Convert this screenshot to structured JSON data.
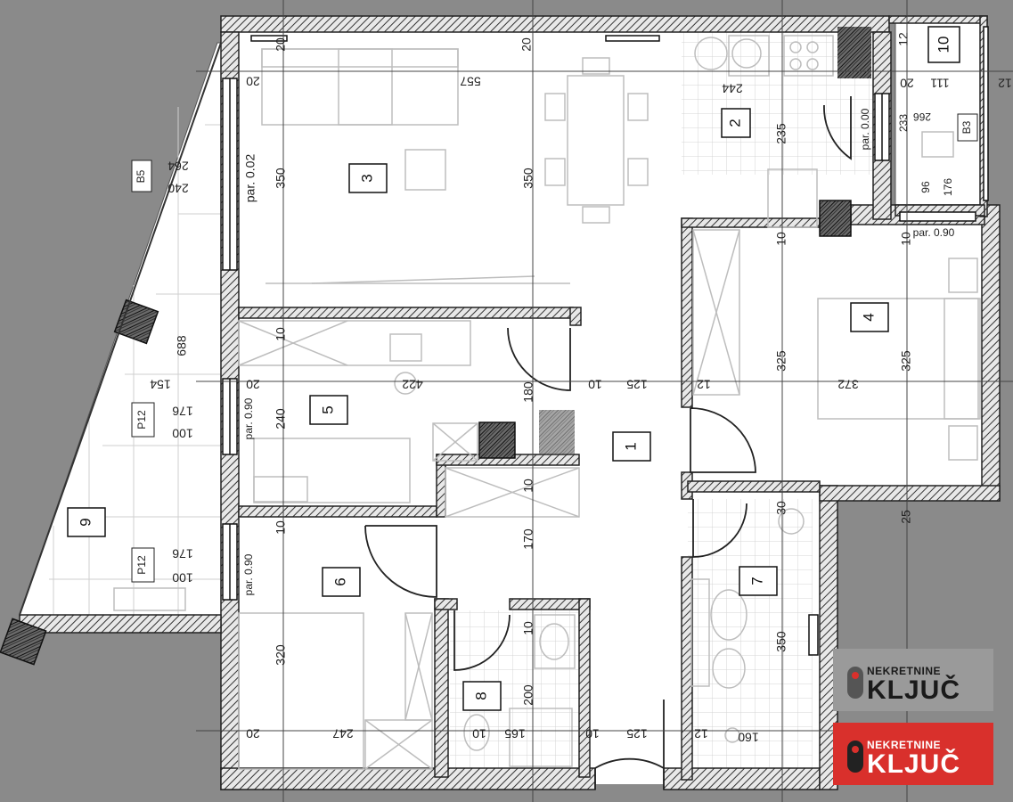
{
  "plan": {
    "rooms": [
      {
        "id": "1",
        "label": "1"
      },
      {
        "id": "2",
        "label": "2"
      },
      {
        "id": "3",
        "label": "3"
      },
      {
        "id": "4",
        "label": "4"
      },
      {
        "id": "5",
        "label": "5"
      },
      {
        "id": "6",
        "label": "6"
      },
      {
        "id": "7",
        "label": "7"
      },
      {
        "id": "8",
        "label": "8"
      },
      {
        "id": "9",
        "label": "9"
      },
      {
        "id": "10",
        "label": "10"
      }
    ],
    "tags": {
      "b5": "B5",
      "b3": "B3",
      "p12_a": "P12",
      "p12_b": "P12"
    },
    "parapets": {
      "room3": "par. 0.02",
      "room2": "par. 0.00",
      "room5": "par. 0.90",
      "room6": "par. 0.90",
      "room4": "par. 0.90"
    },
    "dimensions": {
      "top_557": "557",
      "top_20_a": "20",
      "top_20_b": "20",
      "top_244": "244",
      "top_20_c": "20",
      "top_111": "111",
      "top_12_a": "12",
      "top_12_b": "12",
      "d_235": "235",
      "d_350_a": "350",
      "d_350_b": "350",
      "d_266": "266",
      "d_233": "233",
      "d_96": "96",
      "d_176_a": "176",
      "d_264": "264",
      "d_240_a": "240",
      "d_10_a": "10",
      "d_10_b": "10",
      "d_325_a": "325",
      "d_325_b": "325",
      "d_372": "372",
      "d_12_c": "12",
      "d_125_a": "125",
      "d_10_c": "10",
      "d_180": "180",
      "d_422": "422",
      "d_20_d": "20",
      "d_240_b": "240",
      "d_688": "688",
      "d_154": "154",
      "d_176_b": "176",
      "d_100_a": "100",
      "d_176_c": "176",
      "d_100_b": "100",
      "d_10_d": "10",
      "d_10_e": "10",
      "d_170": "170",
      "d_25": "25",
      "d_30": "30",
      "d_320": "320",
      "d_10_f": "10",
      "d_200": "200",
      "d_350_c": "350",
      "d_20_e": "20",
      "d_247": "247",
      "d_10_g": "10",
      "d_165": "165",
      "d_10_h": "10",
      "d_125_b": "125",
      "d_12_d": "12",
      "d_160": "160",
      "d_10_i": "10",
      "d_20_f": "20"
    }
  },
  "logos": {
    "top": {
      "small": "NEKRETNINE",
      "big": "KLJUČ"
    },
    "bottom": {
      "small": "NEKRETNINE",
      "big": "KLJUČ"
    }
  }
}
